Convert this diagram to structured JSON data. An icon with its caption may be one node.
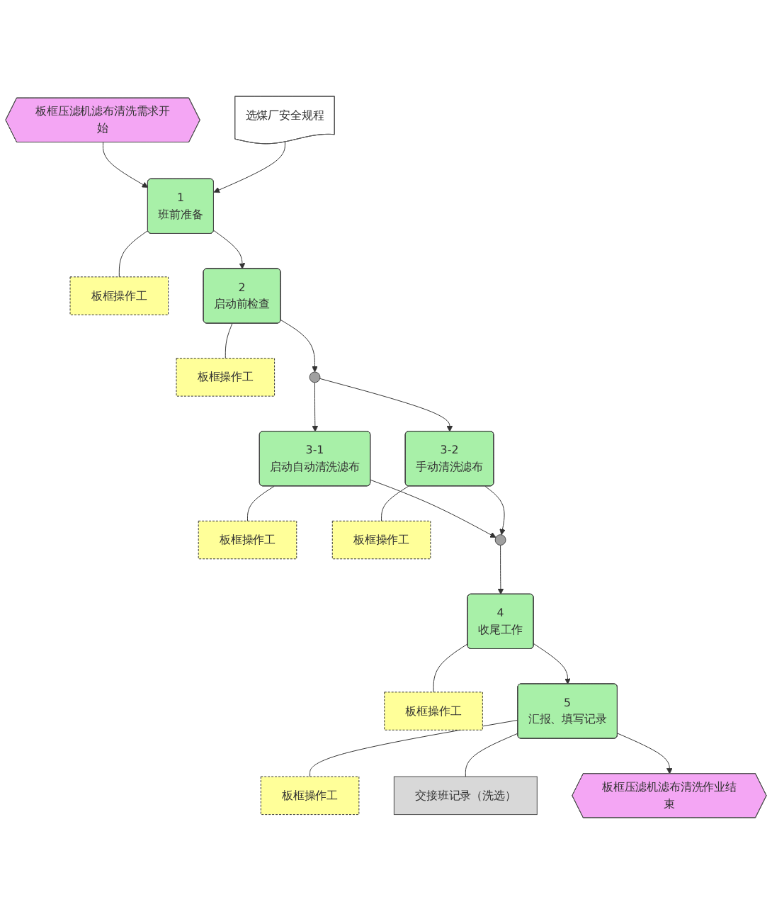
{
  "diagram": {
    "nodes": [
      {
        "text": [
          "板框压滤机滤布清洗需求开始"
        ]
      },
      {
        "text": [
          "选煤厂安全规程"
        ]
      },
      {
        "text": [
          "1",
          "班前准备"
        ]
      },
      {
        "text": [
          "板框操作工"
        ]
      },
      {
        "text": [
          "2",
          "启动前检查"
        ]
      },
      {
        "text": [
          "板框操作工"
        ]
      },
      {
        "text": [],
        "shape": "circle"
      },
      {
        "text": [
          "3-1",
          "启动自动清洗滤布"
        ]
      },
      {
        "text": [
          "板框操作工"
        ]
      },
      {
        "text": [
          "3-2",
          "手动清洗滤布"
        ]
      },
      {
        "text": [
          "板框操作工"
        ]
      },
      {
        "text": [],
        "shape": "circle"
      },
      {
        "text": [
          "4",
          "收尾工作"
        ]
      },
      {
        "text": [
          "板框操作工"
        ]
      },
      {
        "text": [
          "5",
          "汇报、填写记录"
        ]
      },
      {
        "text": [
          "板框操作工"
        ]
      },
      {
        "text": [
          "交接班记录（洗选）"
        ]
      },
      {
        "text": [
          "板框压滤机滤布清洗作业结束"
        ]
      }
    ],
    "edges": [
      {
        "from": 0,
        "to": 2,
        "arrow": "to"
      },
      {
        "from": 1,
        "to": 2,
        "arrow": "to"
      },
      {
        "from": 2,
        "to": 3,
        "arrow": "none"
      },
      {
        "from": 2,
        "to": 4,
        "arrow": "to"
      },
      {
        "from": 4,
        "to": 5,
        "arrow": "none"
      },
      {
        "from": 4,
        "to": 6,
        "arrow": "to"
      },
      {
        "from": 6,
        "to": 7,
        "arrow": "to"
      },
      {
        "from": 6,
        "to": 9,
        "arrow": "to"
      },
      {
        "from": 7,
        "to": 8,
        "arrow": "none"
      },
      {
        "from": 9,
        "to": 10,
        "arrow": "none"
      },
      {
        "from": 7,
        "to": 11,
        "arrow": "to"
      },
      {
        "from": 9,
        "to": 11,
        "arrow": "to"
      },
      {
        "from": 11,
        "to": 12,
        "arrow": "to"
      },
      {
        "from": 12,
        "to": 13,
        "arrow": "none"
      },
      {
        "from": 12,
        "to": 14,
        "arrow": "to"
      },
      {
        "from": 14,
        "to": 15,
        "arrow": "none"
      },
      {
        "from": 14,
        "to": 16,
        "arrow": "none"
      },
      {
        "from": 14,
        "to": 17,
        "arrow": "to"
      }
    ]
  }
}
